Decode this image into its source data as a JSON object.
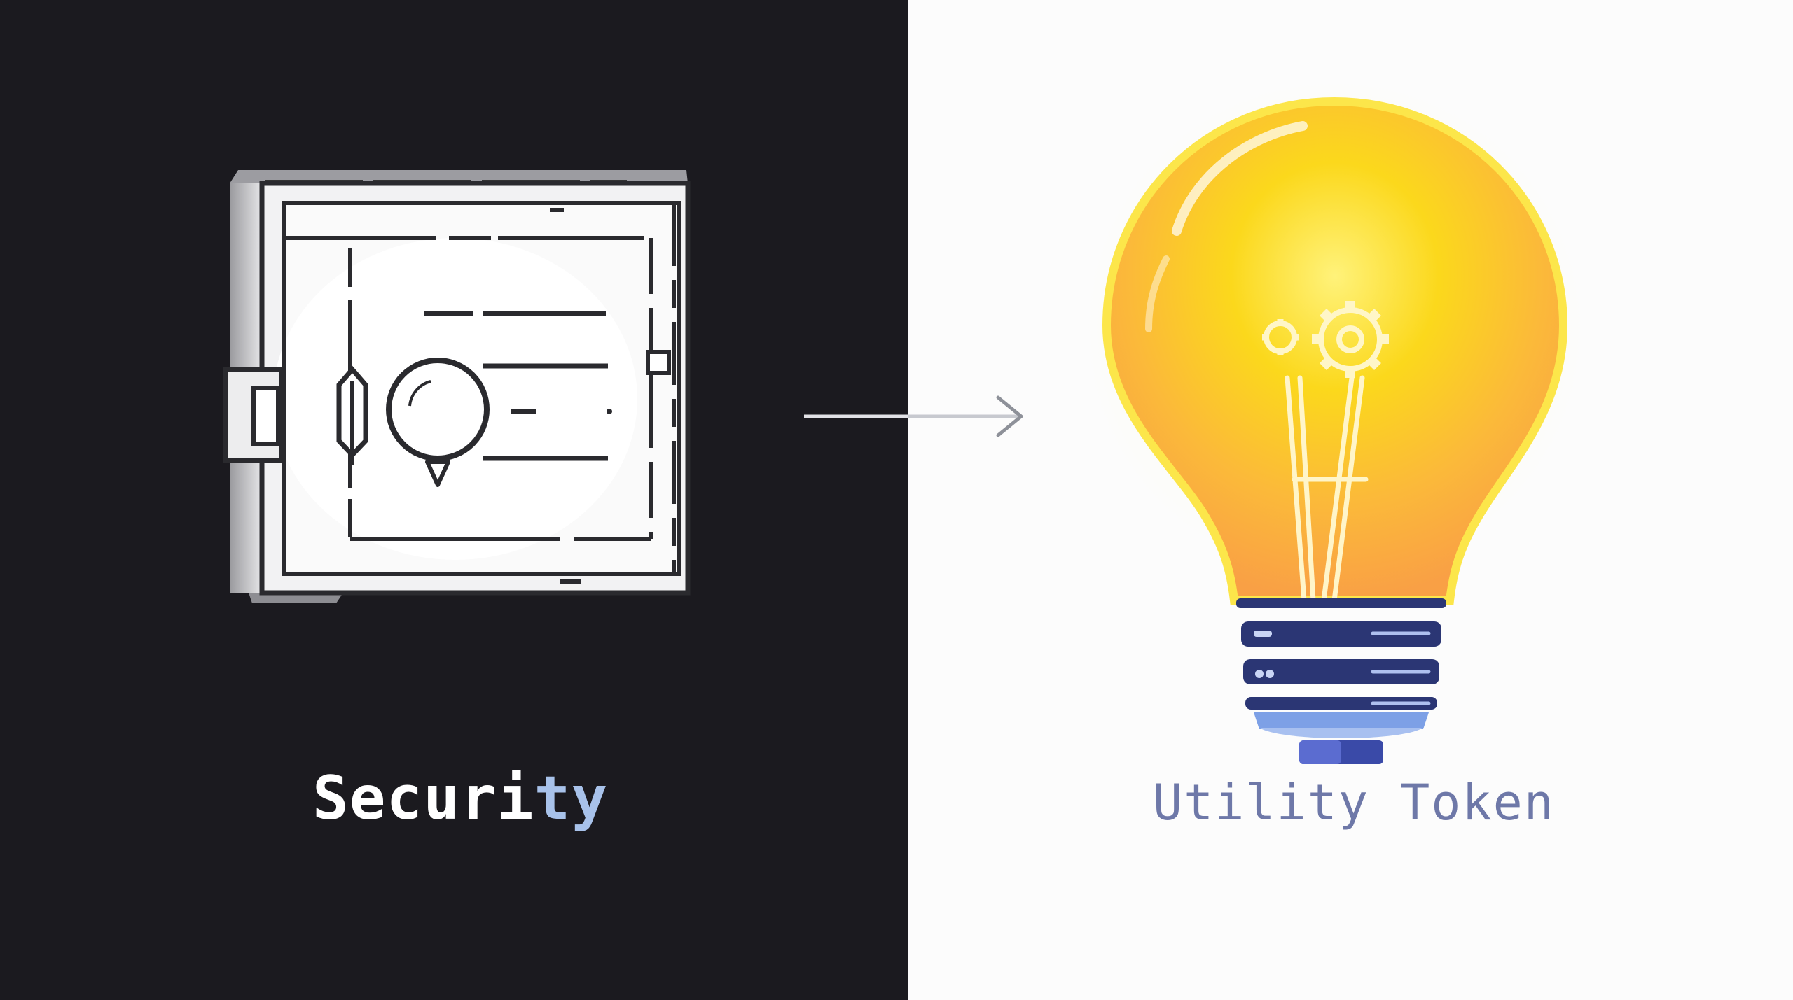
{
  "left": {
    "label_main": "Securi",
    "label_tail": "ty",
    "icon": "safe-vault-icon",
    "background": "#1b1a1f"
  },
  "connector": {
    "icon": "arrow-right-icon"
  },
  "right": {
    "label": "Utility Token",
    "icon": "lightbulb-gears-icon",
    "background": "#fcfcfc"
  },
  "colors": {
    "bulb_yellow": "#f7d11c",
    "bulb_orange": "#fba845",
    "base_navy": "#2b3674",
    "base_blue": "#7da0e6",
    "label_blue": "#6e78a8"
  }
}
